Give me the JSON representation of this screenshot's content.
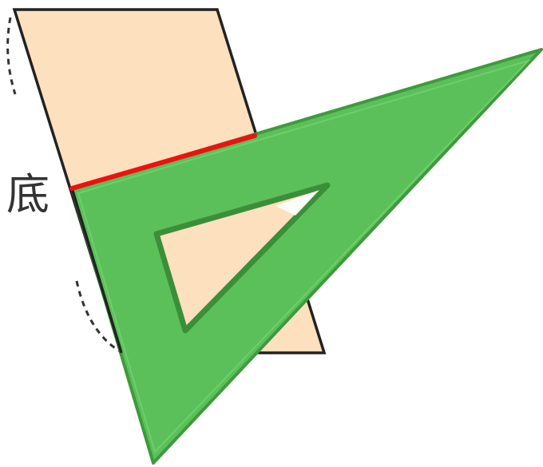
{
  "label": {
    "base": "底"
  },
  "colors": {
    "parallelogram_fill": "#fde0bd",
    "outline": "#222222",
    "base_line": "#ee1111",
    "triangle_fill": "#5cc05a",
    "triangle_edge": "#3f9a3d",
    "dashed_arc": "#333333"
  },
  "shapes": {
    "parallelogram": "parallelogram",
    "set_square": "set-square-triangle-ruler",
    "highlighted_base": "base-segment",
    "brackets": [
      "dashed-arc",
      "dashed-arc"
    ]
  }
}
